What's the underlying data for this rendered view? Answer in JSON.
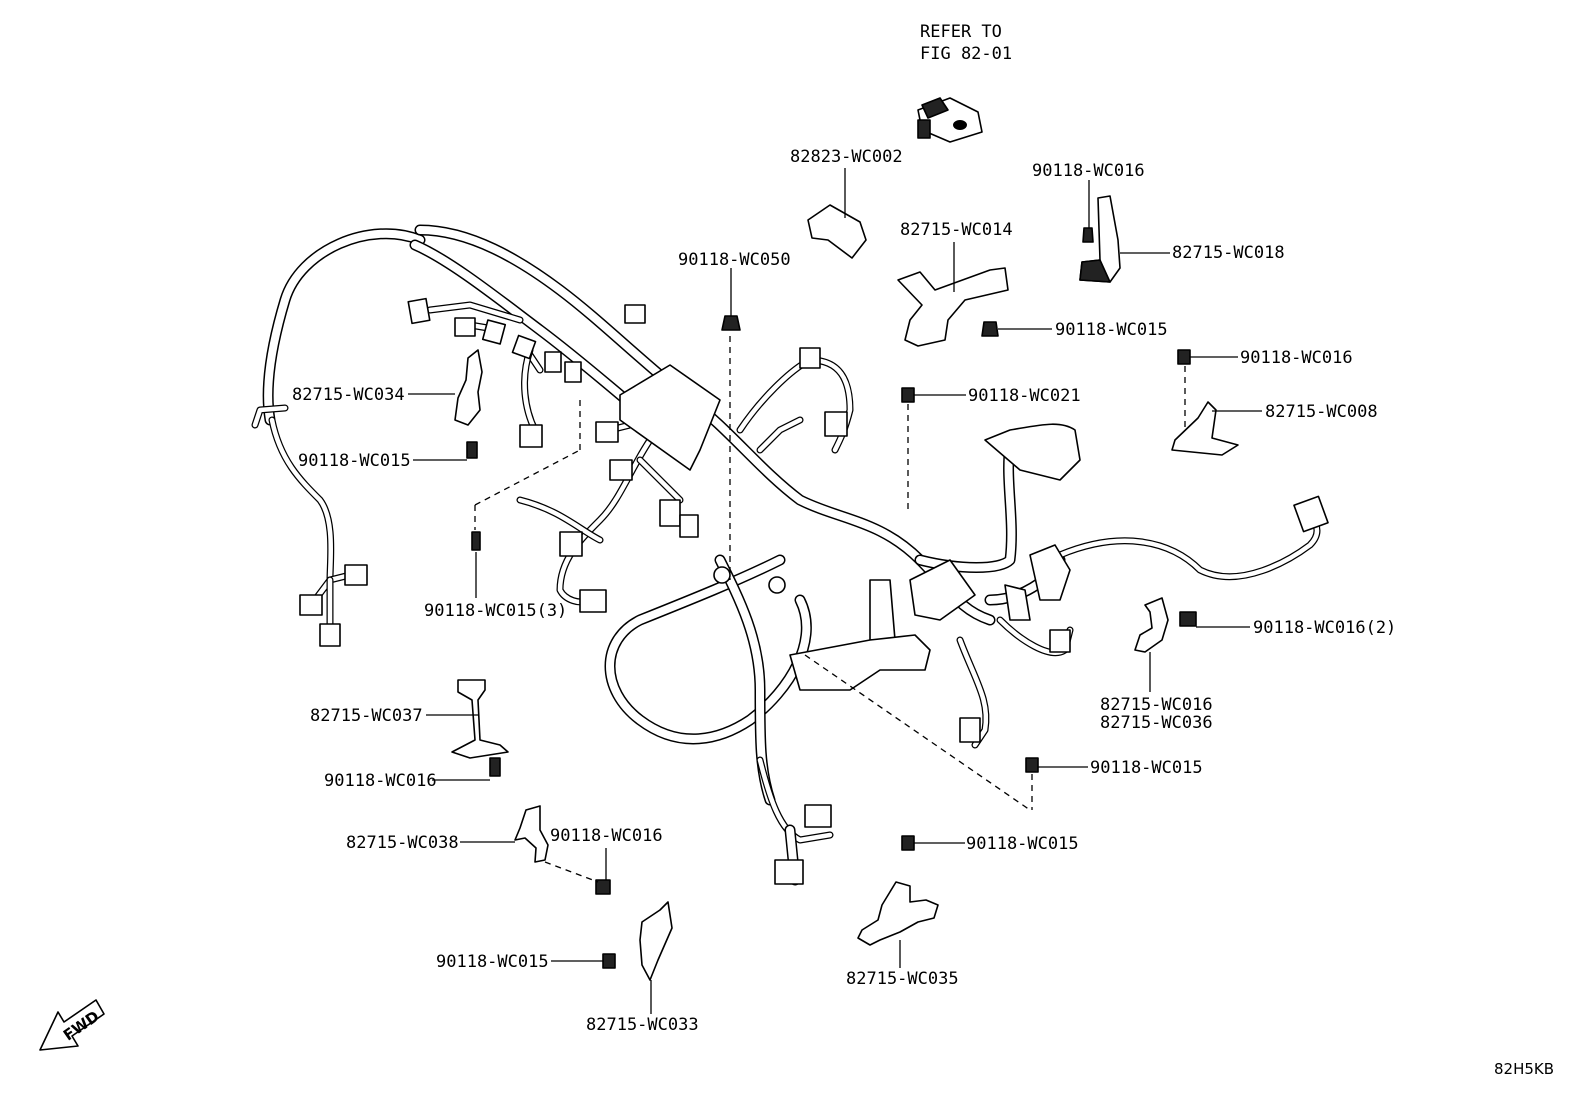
{
  "refer_note": {
    "line1": "REFER TO",
    "line2": "FIG 82-01"
  },
  "labels": {
    "p82823_wc002": "82823-WC002",
    "p90118_wc016_top": "90118-WC016",
    "p82715_wc014": "82715-WC014",
    "p82715_wc018": "82715-WC018",
    "p90118_wc050": "90118-WC050",
    "p90118_wc015_top": "90118-WC015",
    "p90118_wc016_right": "90118-WC016",
    "p90118_wc021": "90118-WC021",
    "p82715_wc008": "82715-WC008",
    "p82715_wc034": "82715-WC034",
    "p90118_wc015_left": "90118-WC015",
    "p90118_wc015_3": "90118-WC015(3)",
    "p90118_wc016_2": "90118-WC016(2)",
    "p82715_wc016": "82715-WC016",
    "p82715_wc036": "82715-WC036",
    "p82715_wc037": "82715-WC037",
    "p90118_wc016_lower": "90118-WC016",
    "p90118_wc015_right_low": "90118-WC015",
    "p82715_wc038": "82715-WC038",
    "p90118_wc016_bottom": "90118-WC016",
    "p90118_wc015_center": "90118-WC015",
    "p90118_wc015_bottom": "90118-WC015",
    "p82715_wc035": "82715-WC035",
    "p82715_wc033": "82715-WC033"
  },
  "fwd_arrow": {
    "text": "FWD"
  },
  "diagram_code": "82H5KB"
}
